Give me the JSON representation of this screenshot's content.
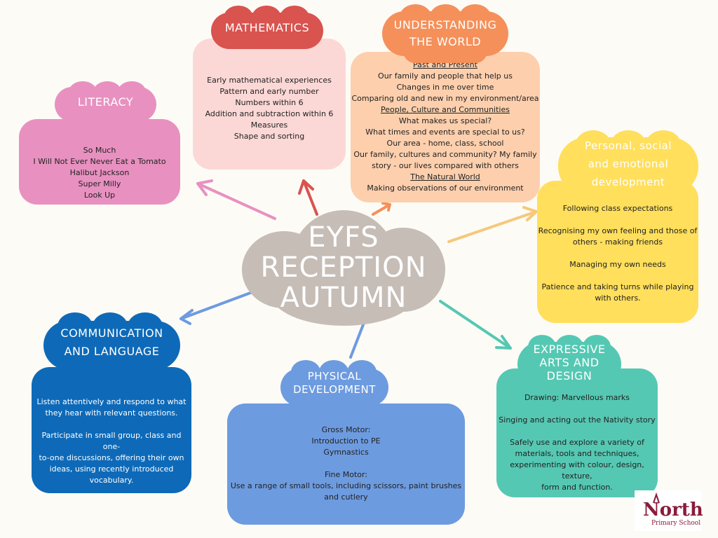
{
  "colors": {
    "background": "#fdfbf6",
    "center": "#c5bdb6",
    "literacy": "#e891c0",
    "mathematics_title": "#d9534f",
    "mathematics_box": "#fbd8d6",
    "world_title": "#f5905a",
    "world_box": "#fdcfad",
    "psed": "#ffdf5c",
    "expressive": "#55c8b3",
    "physical": "#6d9be0",
    "communication": "#0e6ab8",
    "logo": "#8a1c3a"
  },
  "center": {
    "lines": [
      "EYFS",
      "RECEPTION",
      "AUTUMN"
    ]
  },
  "literacy": {
    "title": "LITERACY",
    "lines": [
      "So Much",
      "I Will Not Ever Never Eat a Tomato",
      "Halibut Jackson",
      "Super Milly",
      "Look Up"
    ]
  },
  "mathematics": {
    "title": "MATHEMATICS",
    "lines": [
      "Early mathematical experiences",
      "Pattern and early number",
      "Numbers within 6",
      "Addition and subtraction within 6",
      "Measures",
      "Shape and sorting"
    ]
  },
  "world": {
    "title_lines": [
      "UNDERSTANDING",
      "THE WORLD"
    ],
    "lines": [
      {
        "text": "Past and Present",
        "underline": true
      },
      {
        "text": "Our family and people that help us"
      },
      {
        "text": "Changes in me over time"
      },
      {
        "text": "Comparing old and new in my environment/area"
      },
      {
        "text": "People, Culture and Communities",
        "underline": true
      },
      {
        "text": "What makes us special?"
      },
      {
        "text": "What times and events are special to us?"
      },
      {
        "text": "Our area - home, class, school"
      },
      {
        "text": "Our family, cultures and community? My family"
      },
      {
        "text": "story - our lives compared with others"
      },
      {
        "text": "The Natural World",
        "underline": true
      },
      {
        "text": "Making observations of our environment"
      }
    ]
  },
  "psed": {
    "title_lines": [
      "Personal, social",
      "and emotional",
      "development"
    ],
    "lines": [
      "Following class expectations",
      "",
      "Recognising my own feeling and those of",
      "others - making friends",
      "",
      "Managing my own needs",
      "",
      "Patience and taking turns while playing",
      "with others."
    ]
  },
  "expressive": {
    "title_lines": [
      "EXPRESSIVE",
      "ARTS AND",
      "DESIGN"
    ],
    "lines": [
      "Drawing: Marvellous marks",
      "",
      "Singing and acting out the Nativity story",
      "",
      "Safely use and explore a variety of",
      "materials, tools and techniques,",
      "experimenting with colour, design, texture,",
      "form and function."
    ]
  },
  "physical": {
    "title_lines": [
      "PHYSICAL",
      "DEVELOPMENT"
    ],
    "lines": [
      "Gross Motor:",
      "Introduction to PE",
      "Gymnastics",
      "",
      "Fine Motor:",
      "Use a range of small tools, including scissors, paint brushes",
      "and cutlery"
    ]
  },
  "communication": {
    "title_lines": [
      "COMMUNICATION",
      "AND LANGUAGE"
    ],
    "lines": [
      "Listen attentively and respond to what",
      "they hear with relevant questions.",
      "",
      "Participate in small group, class and one-",
      "to-one discussions, offering their own",
      "ideas, using recently introduced",
      "vocabulary."
    ]
  },
  "logo": {
    "name": "North",
    "sub": "Primary School"
  }
}
